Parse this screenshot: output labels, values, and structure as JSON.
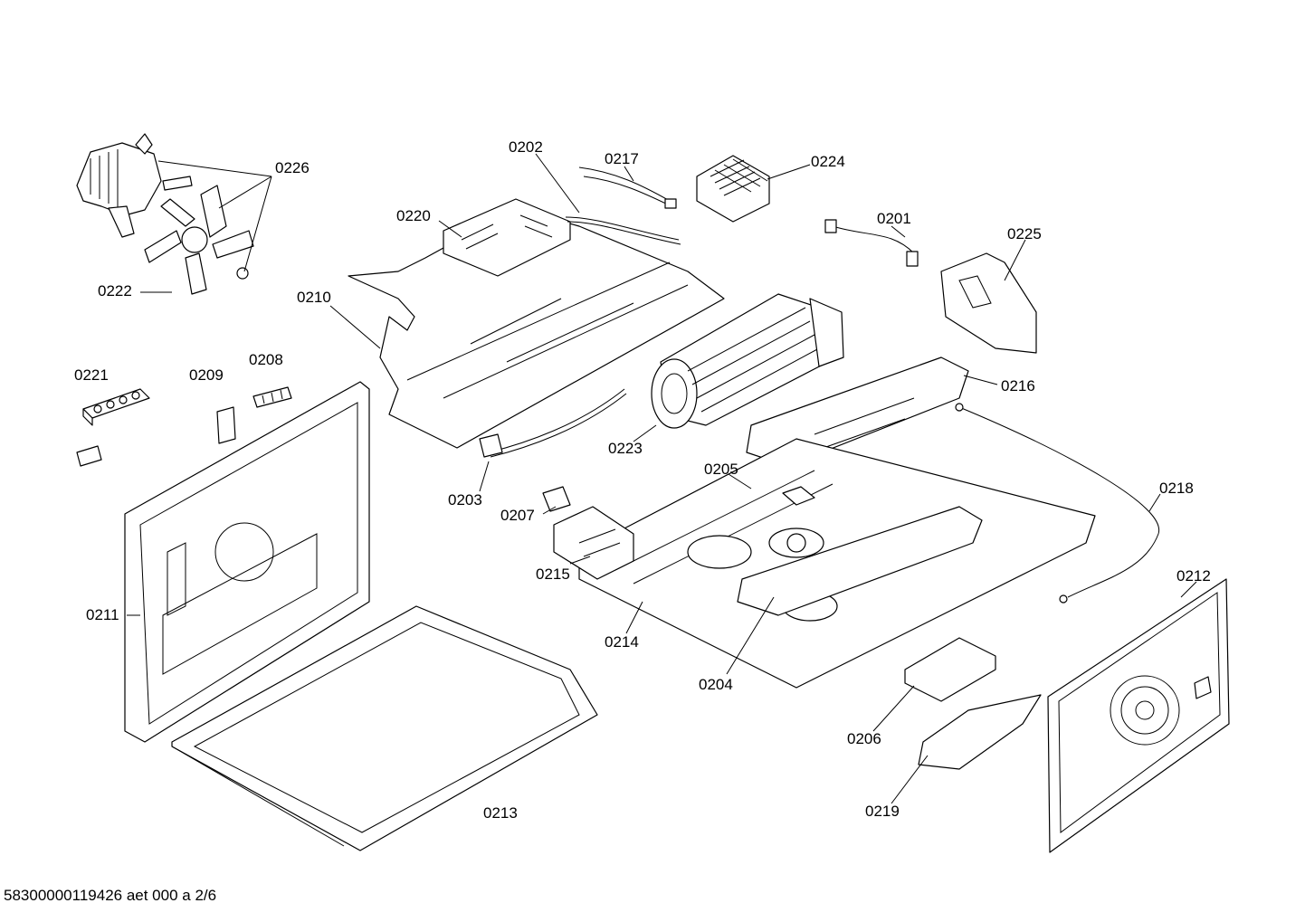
{
  "labels": {
    "p0201": "0201",
    "p0202": "0202",
    "p0203": "0203",
    "p0204": "0204",
    "p0205": "0205",
    "p0206": "0206",
    "p0207": "0207",
    "p0208": "0208",
    "p0209": "0209",
    "p0210": "0210",
    "p0211": "0211",
    "p0212": "0212",
    "p0213": "0213",
    "p0214": "0214",
    "p0215": "0215",
    "p0216": "0216",
    "p0217": "0217",
    "p0218": "0218",
    "p0219": "0219",
    "p0220": "0220",
    "p0221": "0221",
    "p0222": "0222",
    "p0223": "0223",
    "p0224": "0224",
    "p0225": "0225",
    "p0226": "0226"
  },
  "footer": "58300000119426 aet 000 a 2/6"
}
